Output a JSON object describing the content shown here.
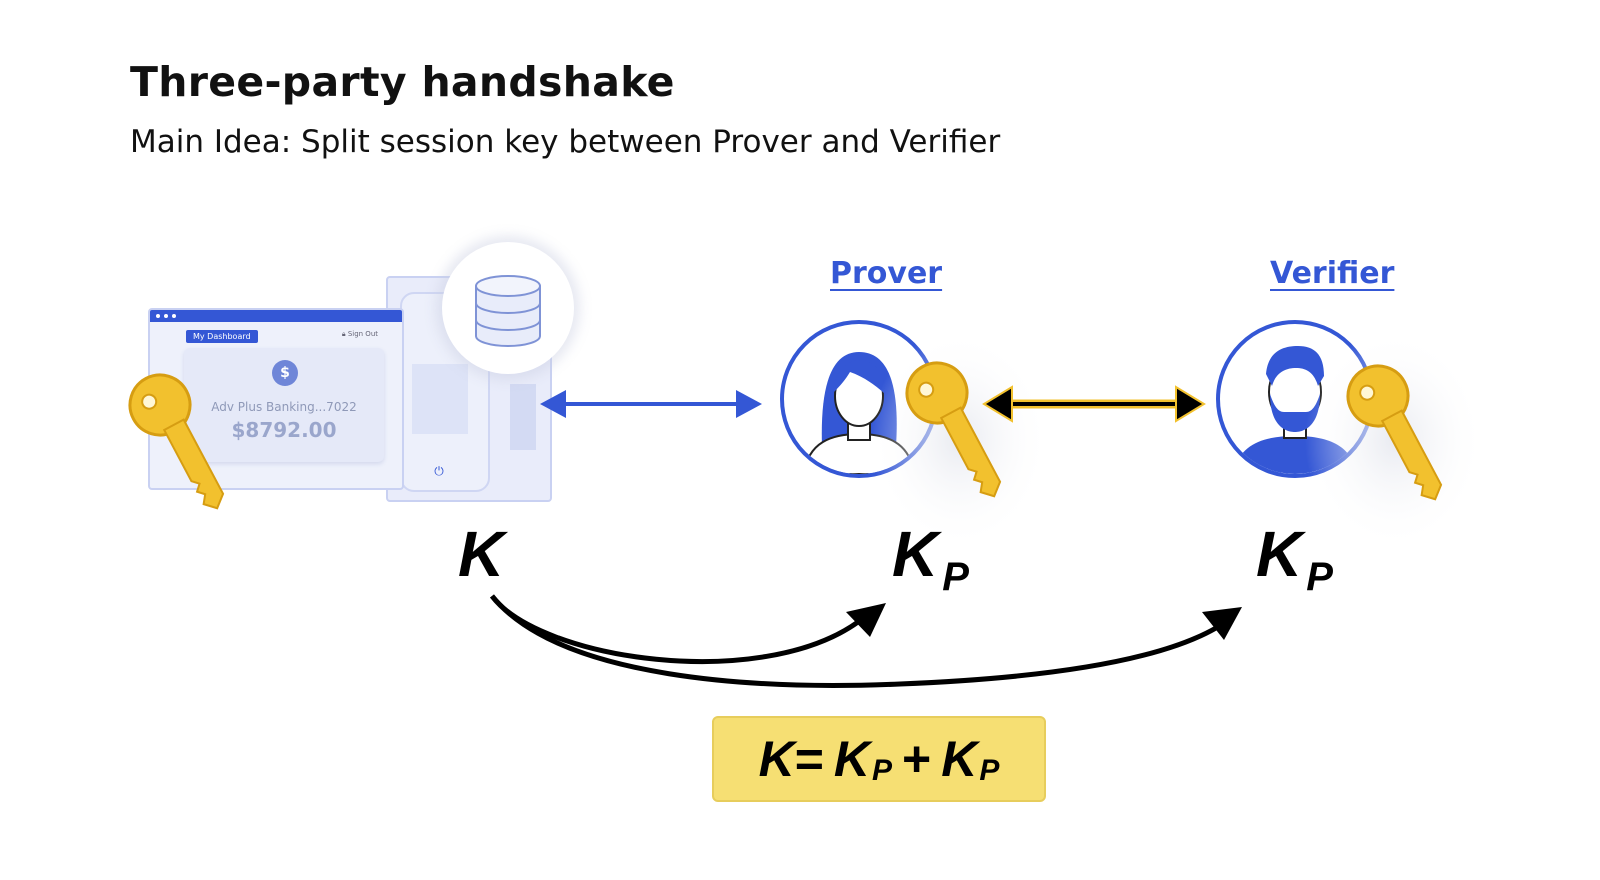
{
  "title": "Three-party handshake",
  "subtitle": "Main Idea: Split session key between Prover and Verifier",
  "server": {
    "dashboard_label": "My Dashboard",
    "signout_label": "Sign Out",
    "currency_symbol": "$",
    "account_label": "Adv Plus Banking...7022",
    "balance": "$8792.00",
    "power_symbol": "⏻",
    "key_label": "K"
  },
  "prover": {
    "role_label": "Prover",
    "key_label": "K",
    "key_subscript": "P"
  },
  "verifier": {
    "role_label": "Verifier",
    "key_label": "K",
    "key_subscript": "P"
  },
  "formula": {
    "lhs": "K",
    "equals": "=",
    "term1": "K",
    "term1_sub": "P",
    "plus": "+",
    "term2": "K",
    "term2_sub": "P"
  },
  "colors": {
    "accent_blue": "#3457d5",
    "key_gold": "#f2c12e",
    "formula_bg": "#f6df73",
    "black_arrow": "#000000"
  },
  "icons": [
    "key-icon",
    "database-icon",
    "prover-avatar-icon",
    "verifier-avatar-icon",
    "power-icon",
    "lock-icon",
    "dollar-icon"
  ]
}
